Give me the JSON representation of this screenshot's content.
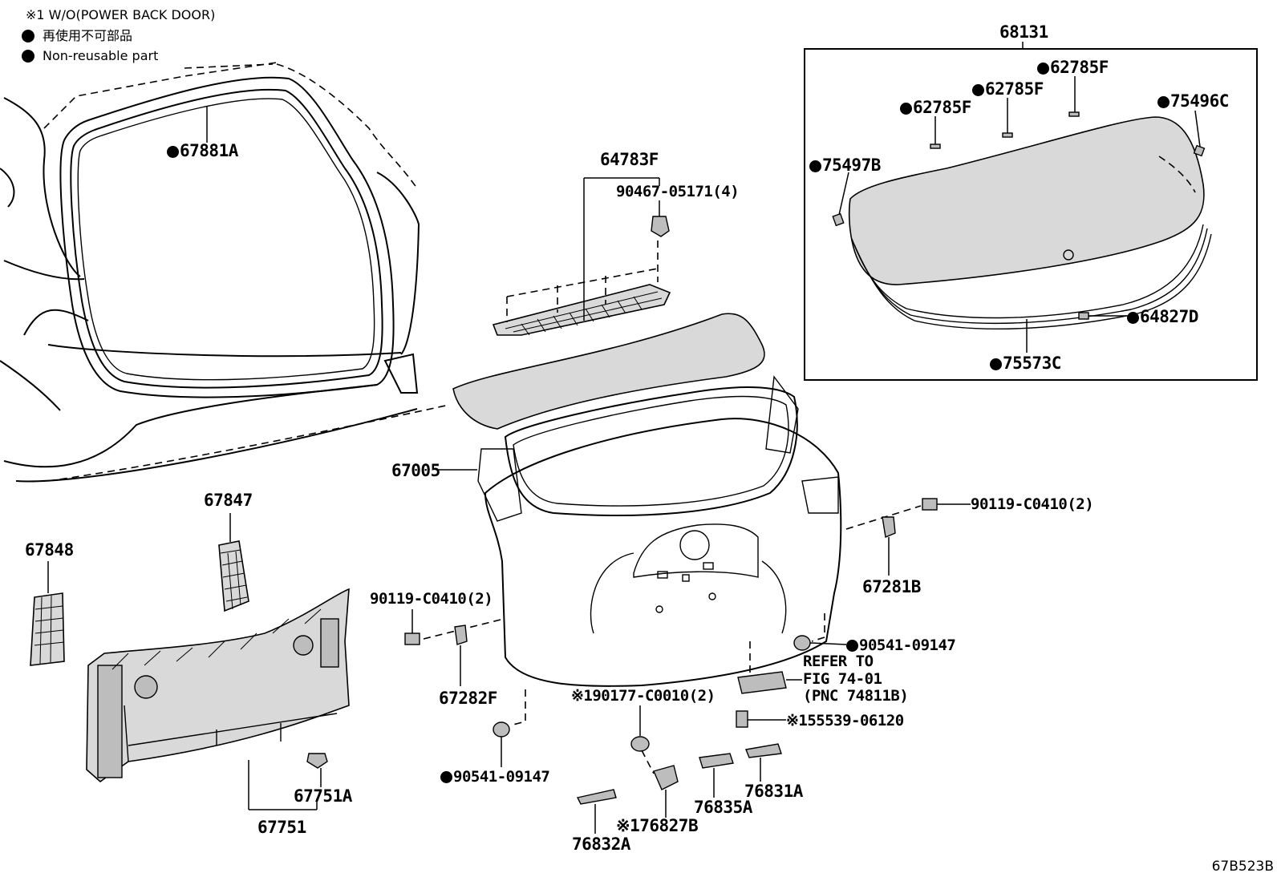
{
  "legend": {
    "note": "※1 W/O(POWER BACK DOOR)",
    "non_reusable_jp": "再使用不可部品",
    "non_reusable_en": "Non-reusable part"
  },
  "figure_id": "67B523B",
  "parts": [
    {
      "code": "67881A",
      "non_reusable": true
    },
    {
      "code": "64783F",
      "non_reusable": false
    },
    {
      "code": "90467-05171(4)",
      "non_reusable": false
    },
    {
      "code": "68131",
      "non_reusable": false
    },
    {
      "code": "62785F",
      "non_reusable": true
    },
    {
      "code": "62785F",
      "non_reusable": true
    },
    {
      "code": "62785F",
      "non_reusable": true
    },
    {
      "code": "75496C",
      "non_reusable": true
    },
    {
      "code": "75497B",
      "non_reusable": true
    },
    {
      "code": "64827D",
      "non_reusable": true
    },
    {
      "code": "75573C",
      "non_reusable": true
    },
    {
      "code": "67005",
      "non_reusable": false
    },
    {
      "code": "90119-C0410(2)",
      "non_reusable": false
    },
    {
      "code": "67281B",
      "non_reusable": false
    },
    {
      "code": "67847",
      "non_reusable": false
    },
    {
      "code": "67848",
      "non_reusable": false
    },
    {
      "code": "90119-C0410(2)",
      "non_reusable": false
    },
    {
      "code": "67282F",
      "non_reusable": false
    },
    {
      "code": "90541-09147",
      "non_reusable": true
    },
    {
      "code": "※190177-C0010(2)",
      "non_reusable": false
    },
    {
      "code": "90541-09147",
      "non_reusable": true
    },
    {
      "code": "※155539-06120",
      "non_reusable": false
    },
    {
      "code": "67751A",
      "non_reusable": false
    },
    {
      "code": "67751",
      "non_reusable": false
    },
    {
      "code": "76835A",
      "non_reusable": false
    },
    {
      "code": "76831A",
      "non_reusable": false
    },
    {
      "code": "※176827B",
      "non_reusable": false
    },
    {
      "code": "76832A",
      "non_reusable": false
    }
  ],
  "reference": {
    "line1": "REFER TO",
    "line2": "FIG 74-01",
    "line3": "(PNC 74811B)"
  }
}
